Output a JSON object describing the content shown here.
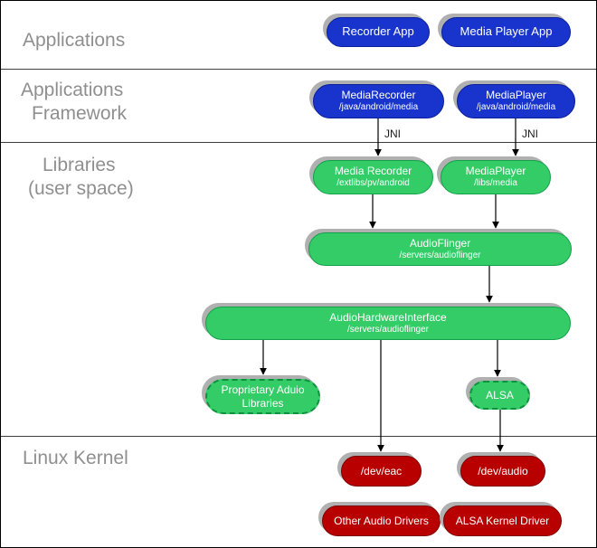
{
  "layer_labels": {
    "applications": "Applications",
    "framework_line1": "Applications",
    "framework_line2": "Framework",
    "libraries_line1": "Libraries",
    "libraries_line2": "(user space)",
    "kernel": "Linux Kernel"
  },
  "edge_labels": {
    "jni_left": "JNI",
    "jni_right": "JNI"
  },
  "nodes": {
    "recorder_app": {
      "title": "Recorder App"
    },
    "media_player_app": {
      "title": "Media Player App"
    },
    "media_recorder_fw": {
      "title": "MediaRecorder",
      "subtitle": "/java/android/media"
    },
    "media_player_fw": {
      "title": "MediaPlayer",
      "subtitle": "/java/android/media"
    },
    "media_recorder_lib": {
      "title": "Media Recorder",
      "subtitle": "/extlibs/pv/android"
    },
    "media_player_lib": {
      "title": "MediaPlayer",
      "subtitle": "/libs/media"
    },
    "audio_flinger": {
      "title": "AudioFlinger",
      "subtitle": "/servers/audioflinger"
    },
    "audio_hw_interface": {
      "title": "AudioHardwareInterface",
      "subtitle": "/servers/audioflinger"
    },
    "proprietary_libs": {
      "title": "Proprietary Aduio",
      "title2": "Libraries"
    },
    "alsa": {
      "title": "ALSA"
    },
    "dev_eac": {
      "title": "/dev/eac"
    },
    "dev_audio": {
      "title": "/dev/audio"
    },
    "other_audio_drivers": {
      "title": "Other Audio Drivers"
    },
    "alsa_kernel_driver": {
      "title": "ALSA Kernel Driver"
    }
  },
  "colors": {
    "app_blue": "#1834cc",
    "lib_green": "#33cc66",
    "kernel_red": "#b80000",
    "label_gray": "#8f8f8f",
    "shadow_gray": "#b0b0b0"
  }
}
